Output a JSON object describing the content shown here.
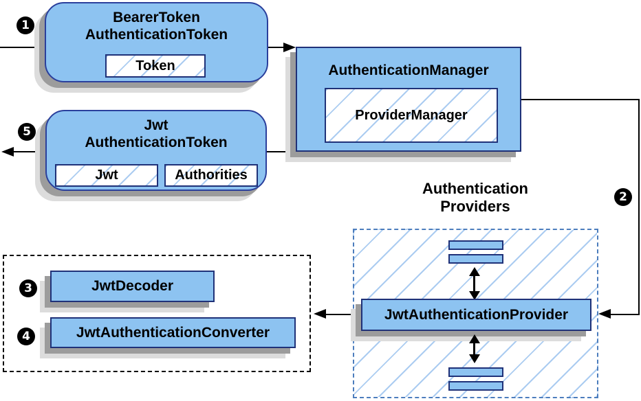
{
  "diagram": {
    "nodes": {
      "bearer_token": {
        "line1": "BearerToken",
        "line2": "AuthenticationToken",
        "token_chip": "Token"
      },
      "authentication_manager": {
        "title": "AuthenticationManager",
        "provider_manager_chip": "ProviderManager"
      },
      "jwt_authentication_token": {
        "line1": "Jwt",
        "line2": "AuthenticationToken",
        "jwt_chip": "Jwt",
        "authorities_chip": "Authorities"
      },
      "jwt_authentication_provider": {
        "label": "JwtAuthenticationProvider"
      },
      "jwt_decoder": {
        "label": "JwtDecoder"
      },
      "jwt_authentication_converter": {
        "label": "JwtAuthenticationConverter"
      }
    },
    "groups": {
      "authentication_providers": {
        "heading_line1": "Authentication",
        "heading_line2": "Providers"
      }
    },
    "steps": {
      "s1": "1",
      "s2": "2",
      "s3": "3",
      "s4": "4",
      "s5": "5"
    },
    "colors": {
      "node_fill": "#8dc3f1",
      "node_border": "#1f3178",
      "rounded_node_border": "#2a3f9c",
      "hatch_line": "#abccf1",
      "providers_dash_border": "#4c7dbd",
      "group_dash_border": "#000000",
      "shadow_dark": "#9c9c9c",
      "shadow_light": "#dcdcdc",
      "arrow": "#000000",
      "badge_bg": "#000000",
      "badge_text": "#ffffff"
    }
  }
}
